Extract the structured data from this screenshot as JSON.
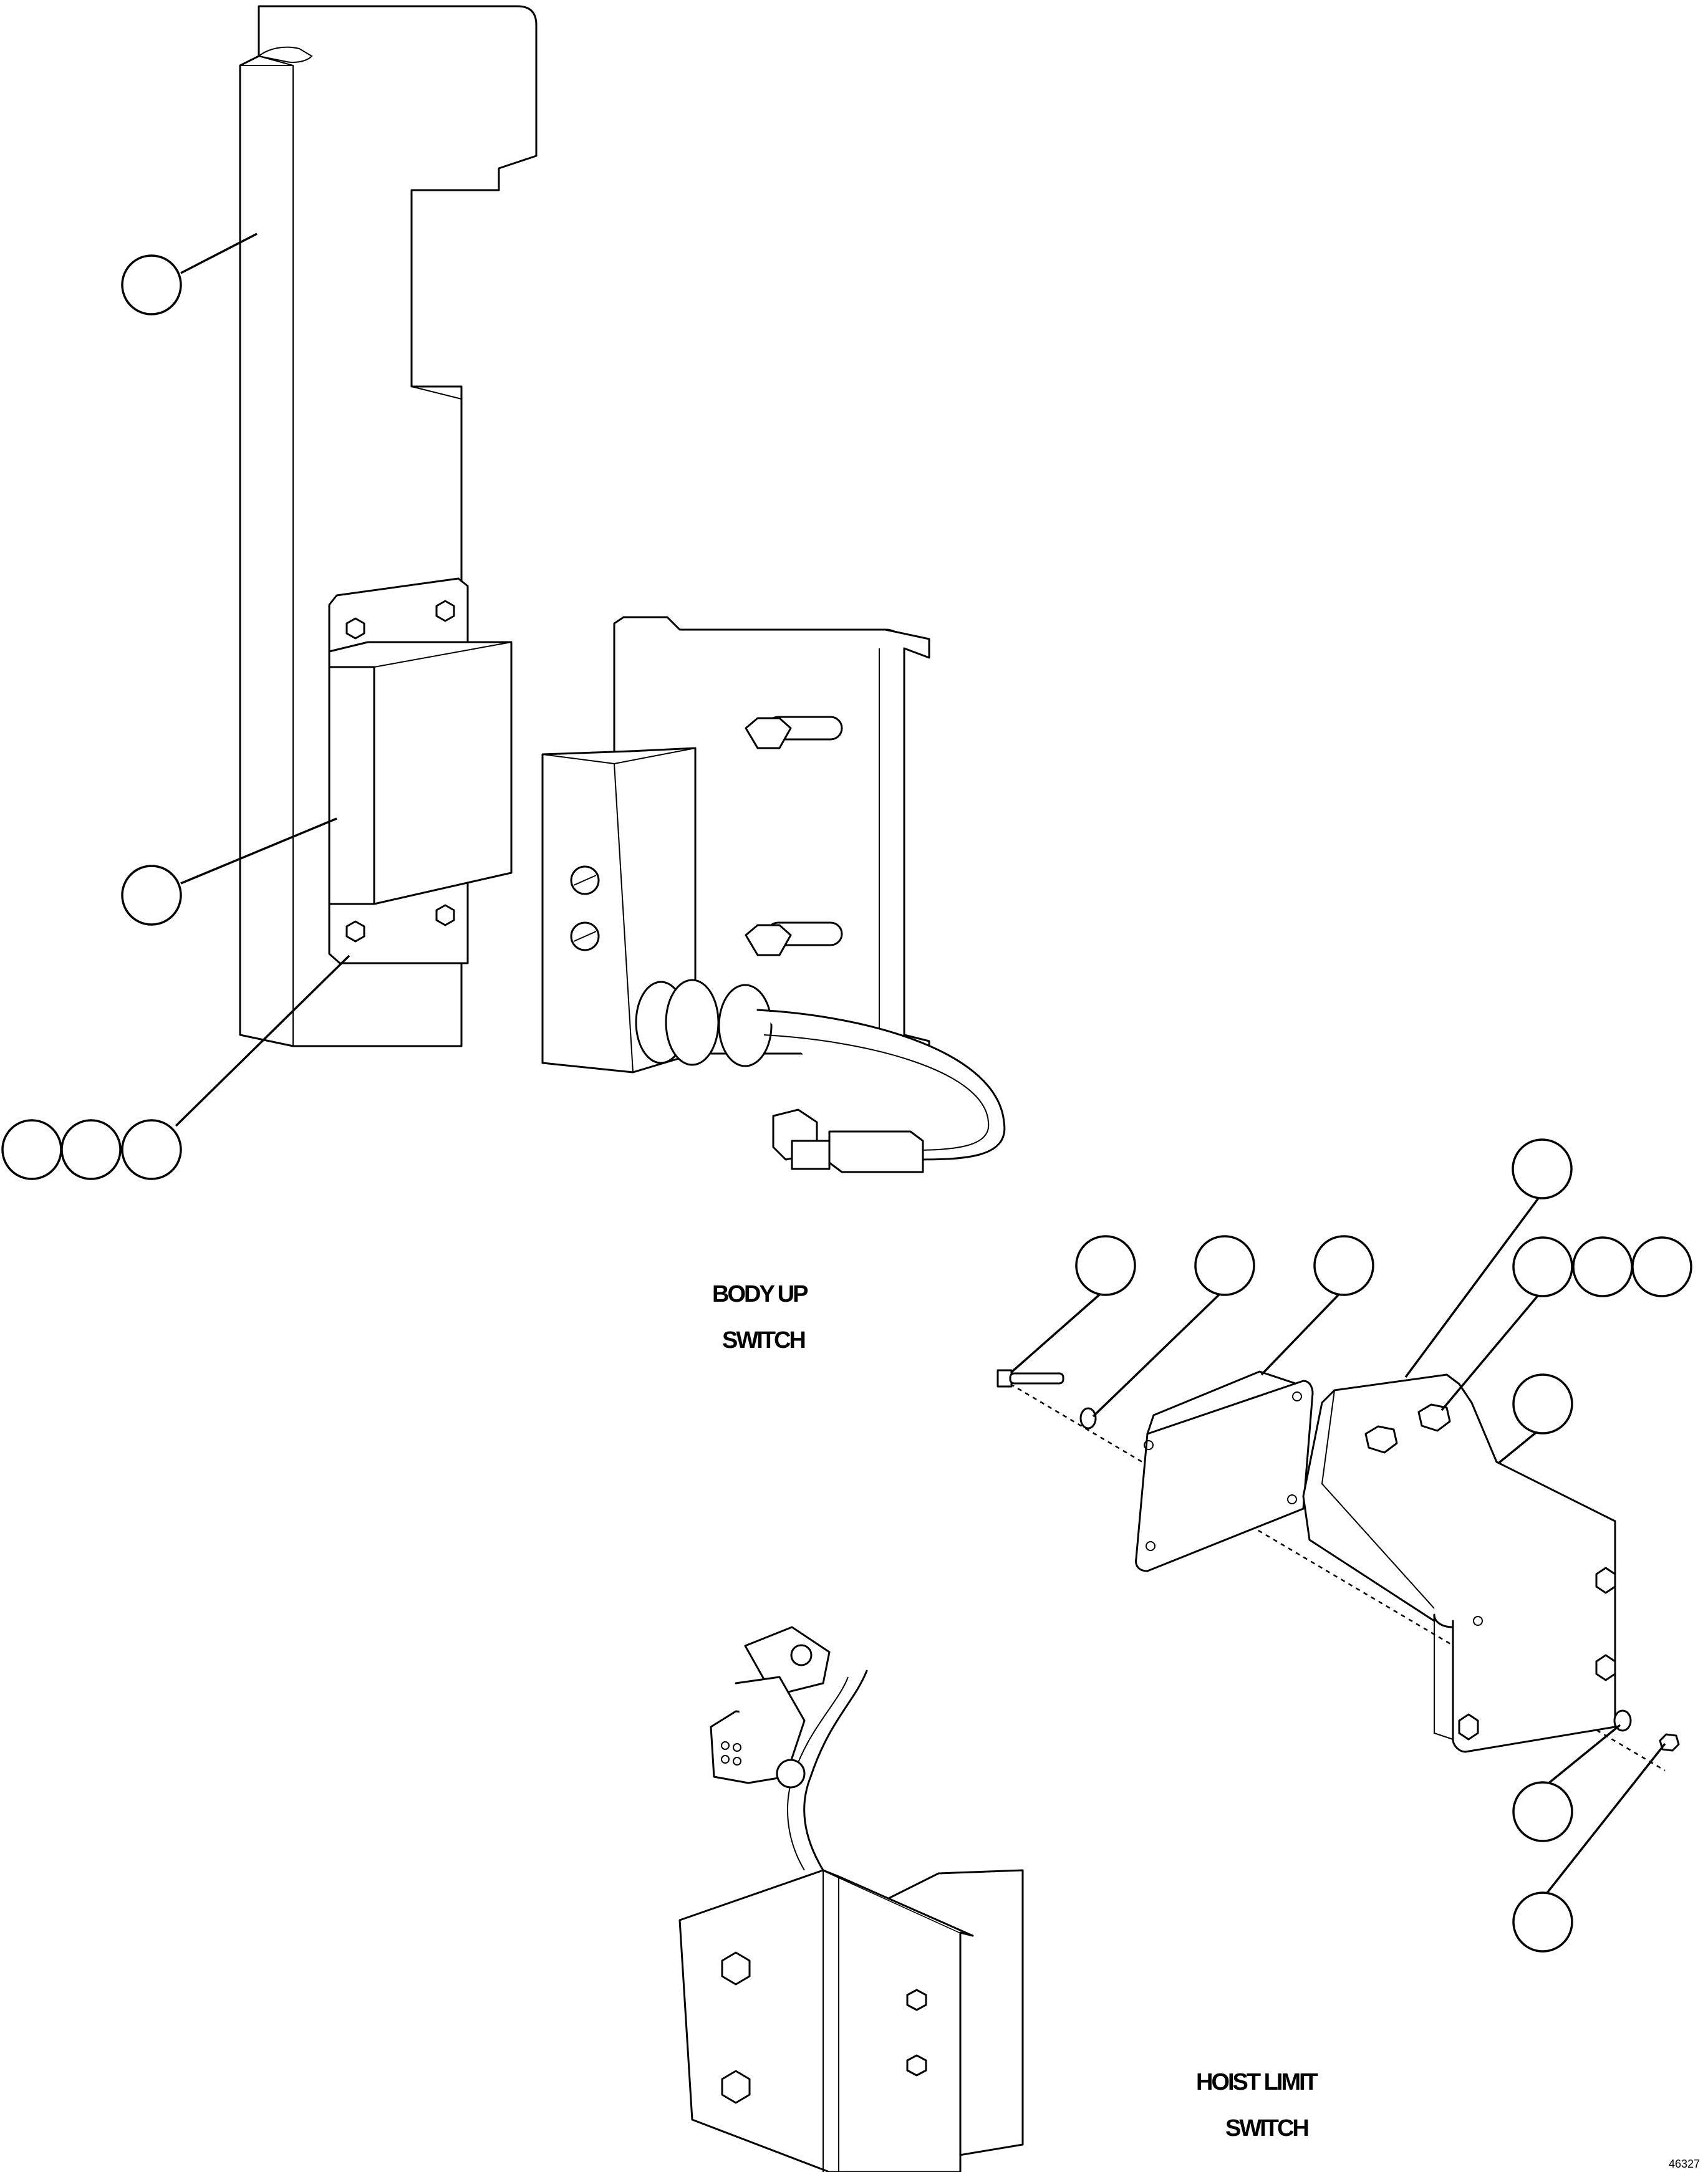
{
  "labels": {
    "body_up_line1": "BODY UP",
    "body_up_line2": "SWITCH",
    "hoist_line1": "HOIST LIMIT",
    "hoist_line2": "SWITCH",
    "drawing_number": "46327"
  },
  "callouts": [
    "",
    "",
    "",
    "",
    "",
    "",
    "",
    "",
    "",
    "",
    "",
    "",
    "",
    "",
    ""
  ]
}
